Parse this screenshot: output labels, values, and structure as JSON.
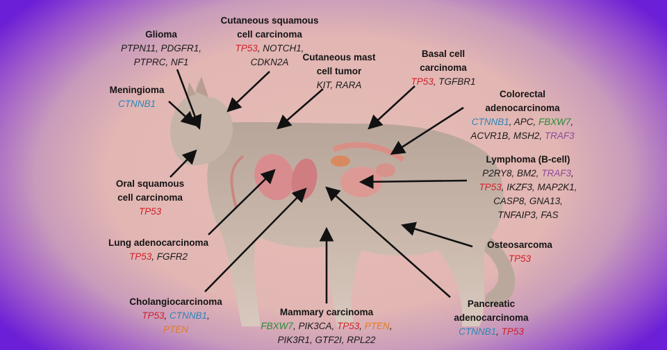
{
  "colors": {
    "default": "#1a1a1a",
    "red": "#d0202a",
    "blue": "#2a86b8",
    "green": "#2a8a3a",
    "purple": "#8a4a9a",
    "orange": "#e27a22",
    "arrow": "#111111"
  },
  "labels": [
    {
      "id": "glioma",
      "title": [
        "Glioma"
      ],
      "genes": [
        [
          [
            "PTPN11",
            "default"
          ],
          [
            "PDGFR1",
            "default"
          ]
        ],
        [
          [
            "PTPRC",
            "default"
          ],
          [
            "NF1",
            "default"
          ]
        ]
      ]
    },
    {
      "id": "cutaneous-squamous",
      "title": [
        "Cutaneous squamous",
        "cell carcinoma"
      ],
      "genes": [
        [
          [
            "TP53",
            "red"
          ],
          [
            "NOTCH1",
            "default"
          ]
        ],
        [
          [
            "CDKN2A",
            "default"
          ]
        ]
      ]
    },
    {
      "id": "cutaneous-mast",
      "title": [
        "Cutaneous mast",
        "cell tumor"
      ],
      "genes": [
        [
          [
            "KIT",
            "default"
          ],
          [
            "RARA",
            "default"
          ]
        ]
      ]
    },
    {
      "id": "basal-cell",
      "title": [
        "Basal cell",
        "carcinoma"
      ],
      "genes": [
        [
          [
            "TP53",
            "red"
          ],
          [
            "TGFBR1",
            "default"
          ]
        ]
      ]
    },
    {
      "id": "meningioma",
      "title": [
        "Meningioma"
      ],
      "genes": [
        [
          [
            "CTNNB1",
            "blue"
          ]
        ]
      ]
    },
    {
      "id": "colorectal",
      "title": [
        "Colorectal",
        "adenocarcinoma"
      ],
      "genes": [
        [
          [
            "CTNNB1",
            "blue"
          ],
          [
            "APC",
            "default"
          ],
          [
            "FBXW7",
            "green"
          ]
        ],
        [
          [
            "ACVR1B",
            "default"
          ],
          [
            "MSH2",
            "default"
          ],
          [
            "TRAF3",
            "purple"
          ]
        ]
      ]
    },
    {
      "id": "lymphoma",
      "title": [
        "Lymphoma (B-cell)"
      ],
      "genes": [
        [
          [
            "P2RY8",
            "default"
          ],
          [
            "BM2",
            "default"
          ],
          [
            "TRAF3",
            "purple"
          ]
        ],
        [
          [
            "TP53",
            "red"
          ],
          [
            "IKZF3",
            "default"
          ],
          [
            "MAP2K1",
            "default"
          ]
        ],
        [
          [
            "CASP8",
            "default"
          ],
          [
            "GNA13",
            "default"
          ]
        ],
        [
          [
            "TNFAIP3",
            "default"
          ],
          [
            "FAS",
            "default"
          ]
        ]
      ]
    },
    {
      "id": "oral-squamous",
      "title": [
        "Oral squamous",
        "cell carcinoma"
      ],
      "genes": [
        [
          [
            "TP53",
            "red"
          ]
        ]
      ]
    },
    {
      "id": "lung",
      "title": [
        "Lung adenocarcinoma"
      ],
      "genes": [
        [
          [
            "TP53",
            "red"
          ],
          [
            "FGFR2",
            "default"
          ]
        ]
      ]
    },
    {
      "id": "osteosarcoma",
      "title": [
        "Osteosarcoma"
      ],
      "genes": [
        [
          [
            "TP53",
            "red"
          ]
        ]
      ]
    },
    {
      "id": "cholangiocarcinoma",
      "title": [
        "Cholangiocarcinoma"
      ],
      "genes": [
        [
          [
            "TP53",
            "red"
          ],
          [
            "CTNNB1",
            "blue"
          ]
        ],
        [
          [
            "PTEN",
            "orange"
          ]
        ]
      ]
    },
    {
      "id": "mammary",
      "title": [
        "Mammary carcinoma"
      ],
      "genes": [
        [
          [
            "FBXW7",
            "green"
          ],
          [
            "PIK3CA",
            "default"
          ],
          [
            "TP53",
            "red"
          ],
          [
            "PTEN",
            "orange"
          ]
        ],
        [
          [
            "PIK3R1",
            "default"
          ],
          [
            "GTF2I",
            "default"
          ],
          [
            "RPL22",
            "default"
          ]
        ]
      ]
    },
    {
      "id": "pancreatic",
      "title": [
        "Pancreatic",
        "adenocarcinoma"
      ],
      "genes": [
        [
          [
            "CTNNB1",
            "blue"
          ],
          [
            "TP53",
            "red"
          ]
        ]
      ]
    }
  ]
}
